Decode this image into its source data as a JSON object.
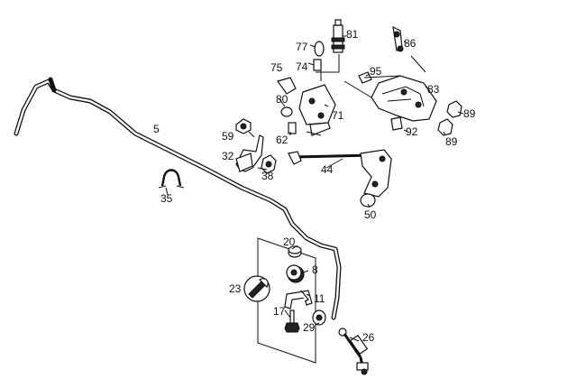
{
  "callouts": {
    "c5": "5",
    "c8": "8",
    "c11": "11",
    "c17": "17",
    "c20": "20",
    "c23": "23",
    "c26": "26",
    "c29": "29",
    "c32": "32",
    "c35": "35",
    "c38": "38",
    "c44": "44",
    "c50": "50",
    "c59": "59",
    "c62": "62",
    "c71": "71",
    "c74": "74",
    "c75": "75",
    "c77": "77",
    "c80": "80",
    "c81": "81",
    "c83": "83",
    "c86": "86",
    "c89a": "89",
    "c89b": "89",
    "c92": "92",
    "c95": "95"
  }
}
